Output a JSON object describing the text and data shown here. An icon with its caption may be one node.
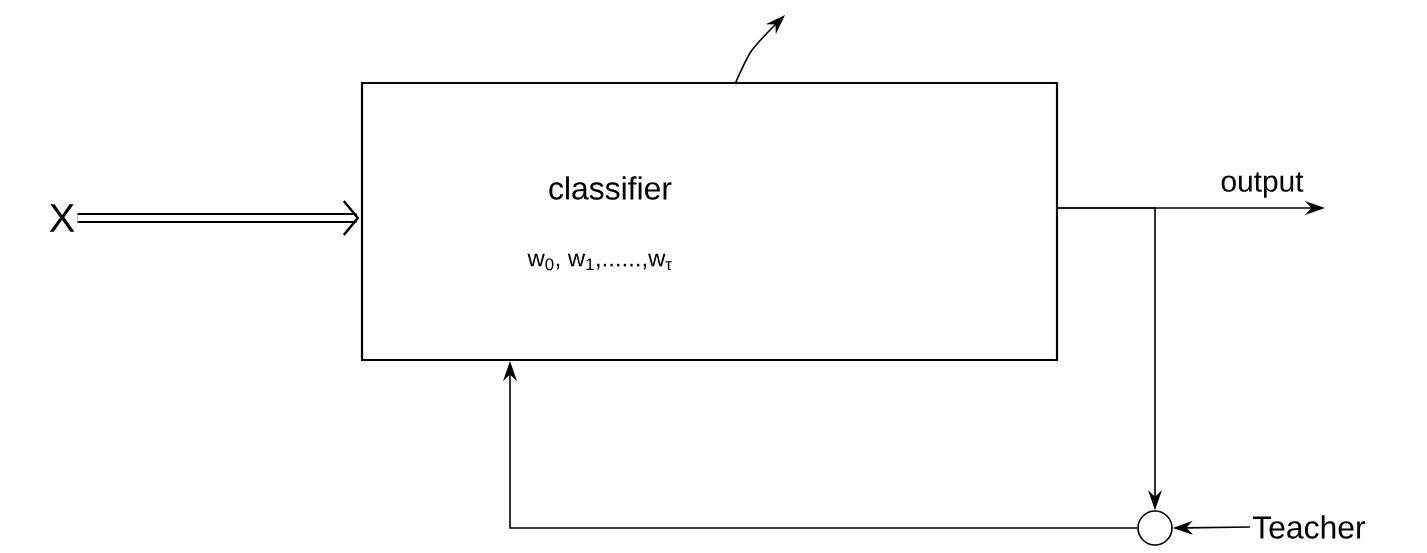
{
  "diagram": {
    "nodes": [
      {
        "text": [
          "X"
        ]
      },
      {
        "text": [
          "classifier",
          "w$_{0}$, w$_{1}$,......,w$_{τ}$"
        ]
      },
      {
        "text": [],
        "shape": "circle"
      },
      {
        "text": [
          "Teacher"
        ]
      }
    ],
    "edges": [
      {
        "from": 0,
        "to": 1,
        "arrow": "to",
        "style": "thick"
      },
      {
        "from": 1,
        "to": null,
        "arrow": "to",
        "label": "output"
      },
      {
        "from": 1,
        "to": 2,
        "arrow": "to"
      },
      {
        "from": 3,
        "to": 2,
        "arrow": "to"
      },
      {
        "from": 2,
        "to": 1,
        "arrow": "to"
      },
      {
        "from": 1,
        "to": null,
        "arrow": "to"
      }
    ]
  }
}
